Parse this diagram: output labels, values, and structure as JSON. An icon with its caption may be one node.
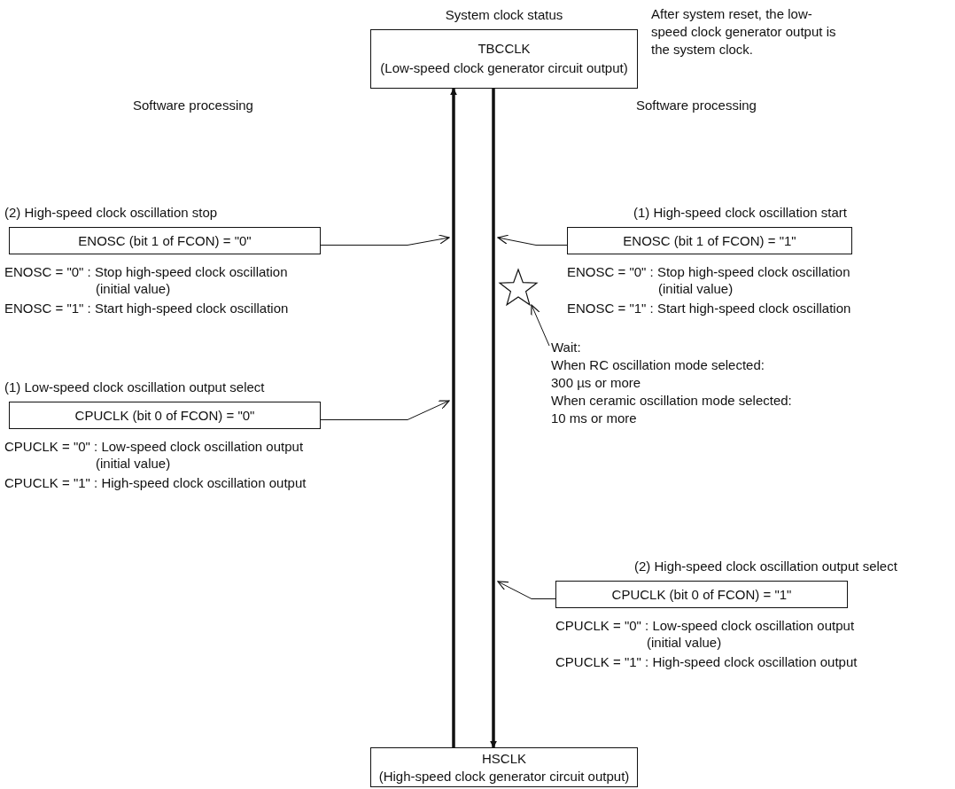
{
  "diagram": {
    "nodes": [
      {
        "text": [
          "TBCCLK",
          "(Low-speed clock generator circuit output)"
        ],
        "beside": [
          "System clock status"
        ]
      },
      {
        "text": [
          "HSCLK",
          "(High-speed clock generator circuit output)"
        ]
      },
      {
        "text": [
          "(2) High-speed clock oscillation stop",
          "ENOSC (bit 1 of FCON) = \"0\""
        ],
        "beside": [
          "ENOSC = \"0\" : Stop high-speed clock oscillation (initial value)",
          "ENOSC = \"1\" : Start high-speed clock oscillation"
        ]
      },
      {
        "text": [
          "(1) Low-speed clock oscillation output select",
          "CPUCLK (bit 0 of FCON) = \"0\""
        ],
        "beside": [
          "CPUCLK = \"0\" : Low-speed clock oscillation output (initial value)",
          "CPUCLK = \"1\" : High-speed clock oscillation output"
        ]
      },
      {
        "text": [
          "(1) High-speed clock oscillation start",
          "ENOSC (bit 1 of FCON) = \"1\""
        ],
        "beside": [
          "ENOSC = \"0\" : Stop high-speed clock oscillation (initial value)",
          "ENOSC = \"1\" : Start high-speed clock oscillation"
        ]
      },
      {
        "text": [],
        "shape": "star"
      },
      {
        "text": [
          "Wait:",
          "When RC oscillation mode selected:",
          "300 µs or more",
          "When ceramic oscillation mode selected:",
          "10 ms or more"
        ]
      },
      {
        "text": [
          "(2) High-speed clock oscillation output select",
          "CPUCLK (bit 0 of FCON) = \"1\""
        ],
        "beside": [
          "CPUCLK = \"0\" : Low-speed clock oscillation output (initial value)",
          "CPUCLK = \"1\" : High-speed clock oscillation output"
        ]
      }
    ],
    "edges": [
      {
        "from": 1,
        "to": 0,
        "arrow": "to",
        "style": "thick"
      },
      {
        "from": 0,
        "to": 1,
        "arrow": "to",
        "style": "thick"
      },
      {
        "from": 2,
        "to": null,
        "arrow": "to"
      },
      {
        "from": 3,
        "to": null,
        "arrow": "to"
      },
      {
        "from": 4,
        "to": null,
        "arrow": "to"
      },
      {
        "from": 6,
        "to": 5,
        "arrow": "to"
      },
      {
        "from": 7,
        "to": null,
        "arrow": "to"
      }
    ],
    "labels": [
      "Software processing",
      "Software processing",
      "After system reset, the low-speed clock generator output is the system clock."
    ]
  }
}
